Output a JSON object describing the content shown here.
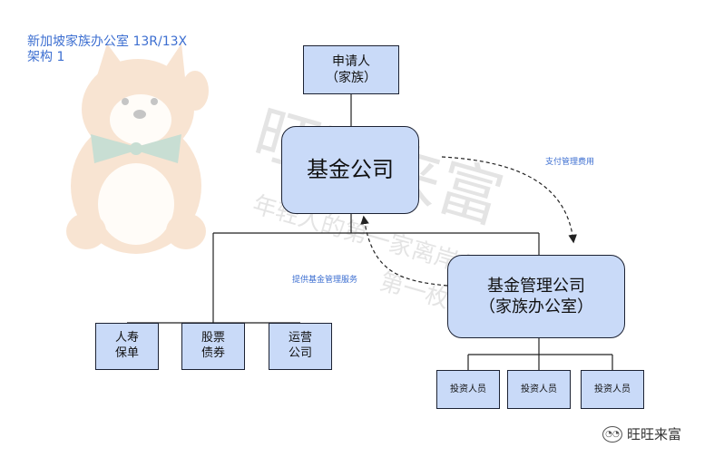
{
  "title": {
    "line1": "新加坡家族办公室 13R/13X",
    "line2": "架构 1"
  },
  "nodes": {
    "applicant": {
      "line1": "申请人",
      "line2": "（家族）"
    },
    "fund": {
      "label": "基金公司"
    },
    "manager": {
      "line1": "基金管理公司",
      "line2": "（家族办公室）"
    },
    "insurance": {
      "line1": "人寿",
      "line2": "保单"
    },
    "equity": {
      "line1": "股票",
      "line2": "债券"
    },
    "operating": {
      "line1": "运营",
      "line2": "公司"
    },
    "investors": [
      "投资人员",
      "投资人员",
      "投资人员"
    ]
  },
  "edges": {
    "pay_fee": "支付管理费用",
    "provide_service": "提供基金管理服务"
  },
  "watermark": {
    "main": "旺旺来富",
    "sub1": "年轻人的第一家离岸公司",
    "sub2": "第一枚离岸账户"
  },
  "brand": {
    "name": "旺旺来富",
    "logo_icon": "wechat-icon"
  },
  "colors": {
    "box_fill": "#c9daf8",
    "box_border": "#1c2233",
    "title_blue": "#3d6fd1",
    "connector": "#222222"
  }
}
